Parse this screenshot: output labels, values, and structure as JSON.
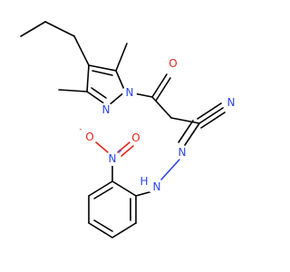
{
  "colors": {
    "carbon": "#000000",
    "nitrogen": "#2b46e8",
    "oxygen": "#e8251b",
    "background": "#ffffff"
  },
  "atoms": {
    "o_carbonyl": "O",
    "n_pyrazole_1": "N",
    "n_pyrazole_2": "N",
    "n_nitrile": "N",
    "n_imine": "N",
    "nh_hydrazone": "N",
    "h_hydrazone": "H",
    "n_nitro": "N",
    "n_nitro_charge": "+",
    "o_nitro_single": "O",
    "o_nitro_charge": "-",
    "o_nitro_double": "O"
  }
}
